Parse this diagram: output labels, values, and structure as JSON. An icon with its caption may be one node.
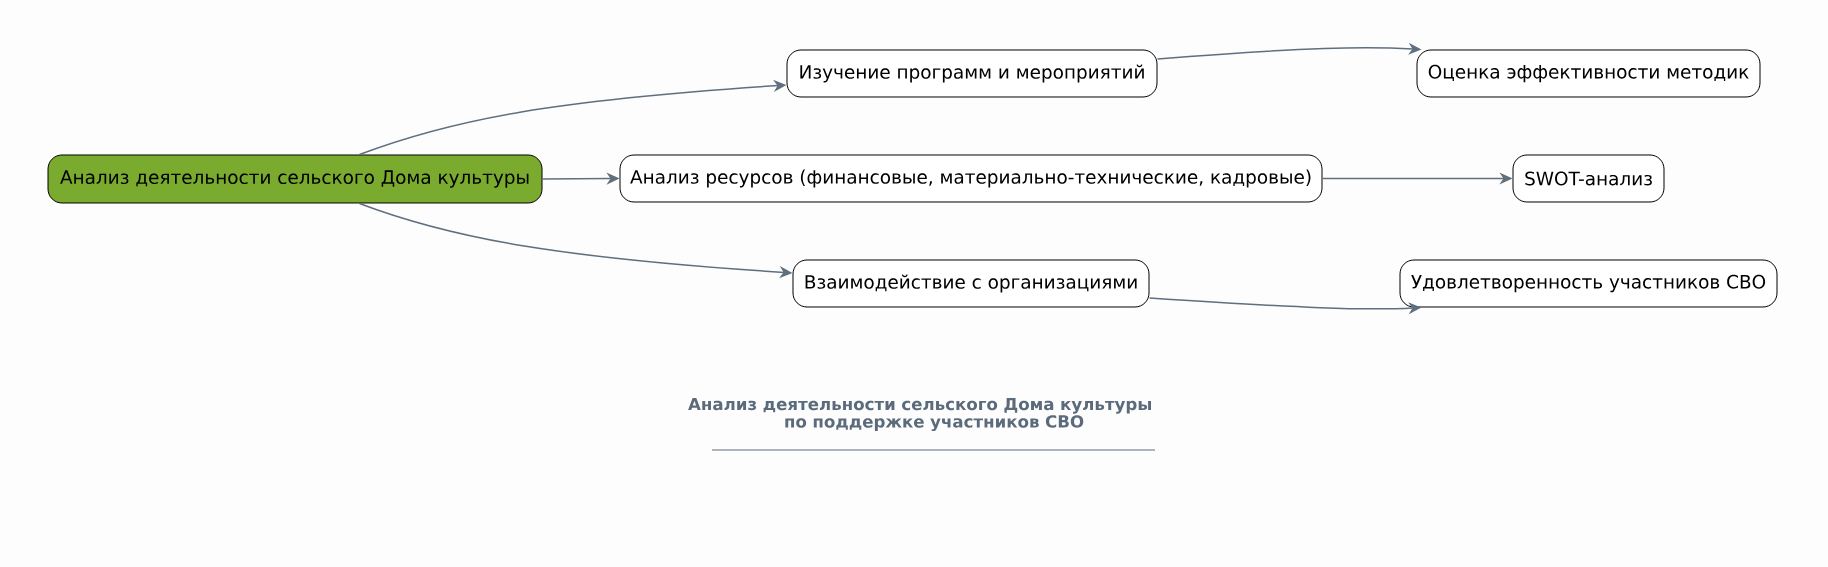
{
  "diagram": {
    "caption": "Анализ деятельности сельского Дома культуры по поддержке участников СВО",
    "nodes": [
      {
        "text": [
          "Анализ деятельности сельского Дома культуры"
        ]
      },
      {
        "text": [
          "Изучение программ и мероприятий"
        ]
      },
      {
        "text": [
          "Анализ ресурсов (финансовые, материально-технические, кадровые)"
        ]
      },
      {
        "text": [
          "Взаимодействие с организациями"
        ]
      },
      {
        "text": [
          "Оценка эффективности методик"
        ]
      },
      {
        "text": [
          "SWOT-анализ"
        ]
      },
      {
        "text": [
          "Удовлетворенность участников СВО"
        ]
      }
    ],
    "edges": [
      {
        "from": 0,
        "to": 1,
        "arrow": "to"
      },
      {
        "from": 0,
        "to": 2,
        "arrow": "to"
      },
      {
        "from": 0,
        "to": 3,
        "arrow": "to"
      },
      {
        "from": 1,
        "to": 4,
        "arrow": "to"
      },
      {
        "from": 2,
        "to": 5,
        "arrow": "to"
      },
      {
        "from": 3,
        "to": 6,
        "arrow": "to"
      }
    ]
  }
}
